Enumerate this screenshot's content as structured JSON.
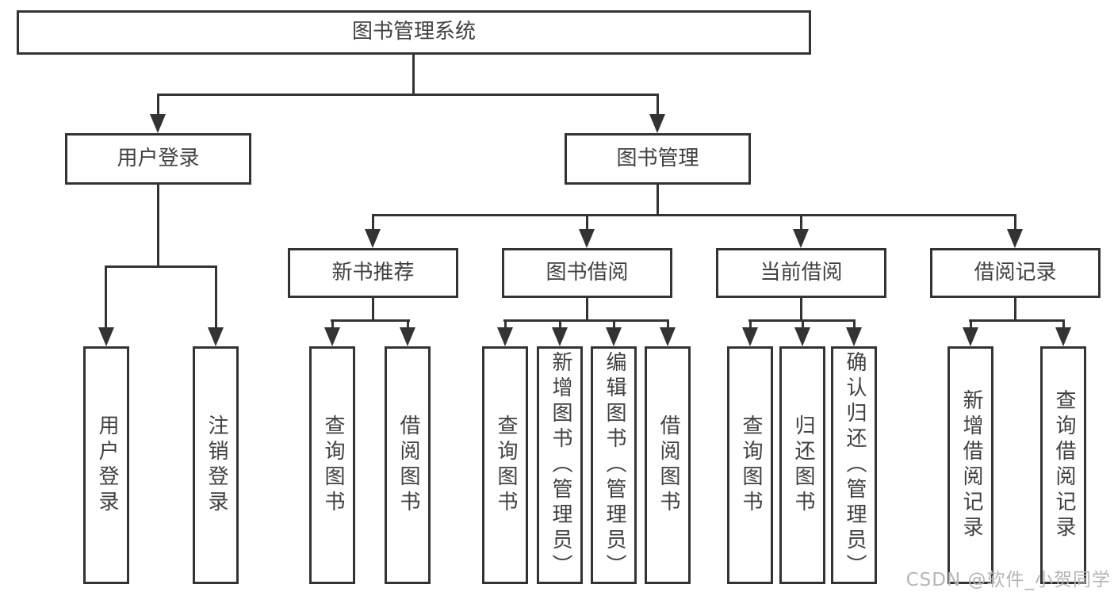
{
  "tree": {
    "root": "图书管理系统",
    "children": [
      {
        "label": "用户登录",
        "children": [
          {
            "label": "用户登录"
          },
          {
            "label": "注销登录"
          }
        ]
      },
      {
        "label": "图书管理",
        "children": [
          {
            "label": "新书推荐",
            "children": [
              {
                "label": "查询图书"
              },
              {
                "label": "借阅图书"
              }
            ]
          },
          {
            "label": "图书借阅",
            "children": [
              {
                "label": "查询图书"
              },
              {
                "label": "新增图书（管理员）"
              },
              {
                "label": "编辑图书（管理员）"
              },
              {
                "label": "借阅图书"
              }
            ]
          },
          {
            "label": "当前借阅",
            "children": [
              {
                "label": "查询图书"
              },
              {
                "label": "归还图书"
              },
              {
                "label": "确认归还（管理员）"
              }
            ]
          },
          {
            "label": "借阅记录",
            "children": [
              {
                "label": "新增借阅记录"
              },
              {
                "label": "查询借阅记录"
              }
            ]
          }
        ]
      }
    ]
  },
  "watermark": {
    "text": "CSDN @软件_小贺同学"
  },
  "colors": {
    "line": "#333333",
    "text": "#404040",
    "box_background": "#ffffff",
    "page_background": "#ffffff",
    "watermark": "#b5b5b5"
  }
}
